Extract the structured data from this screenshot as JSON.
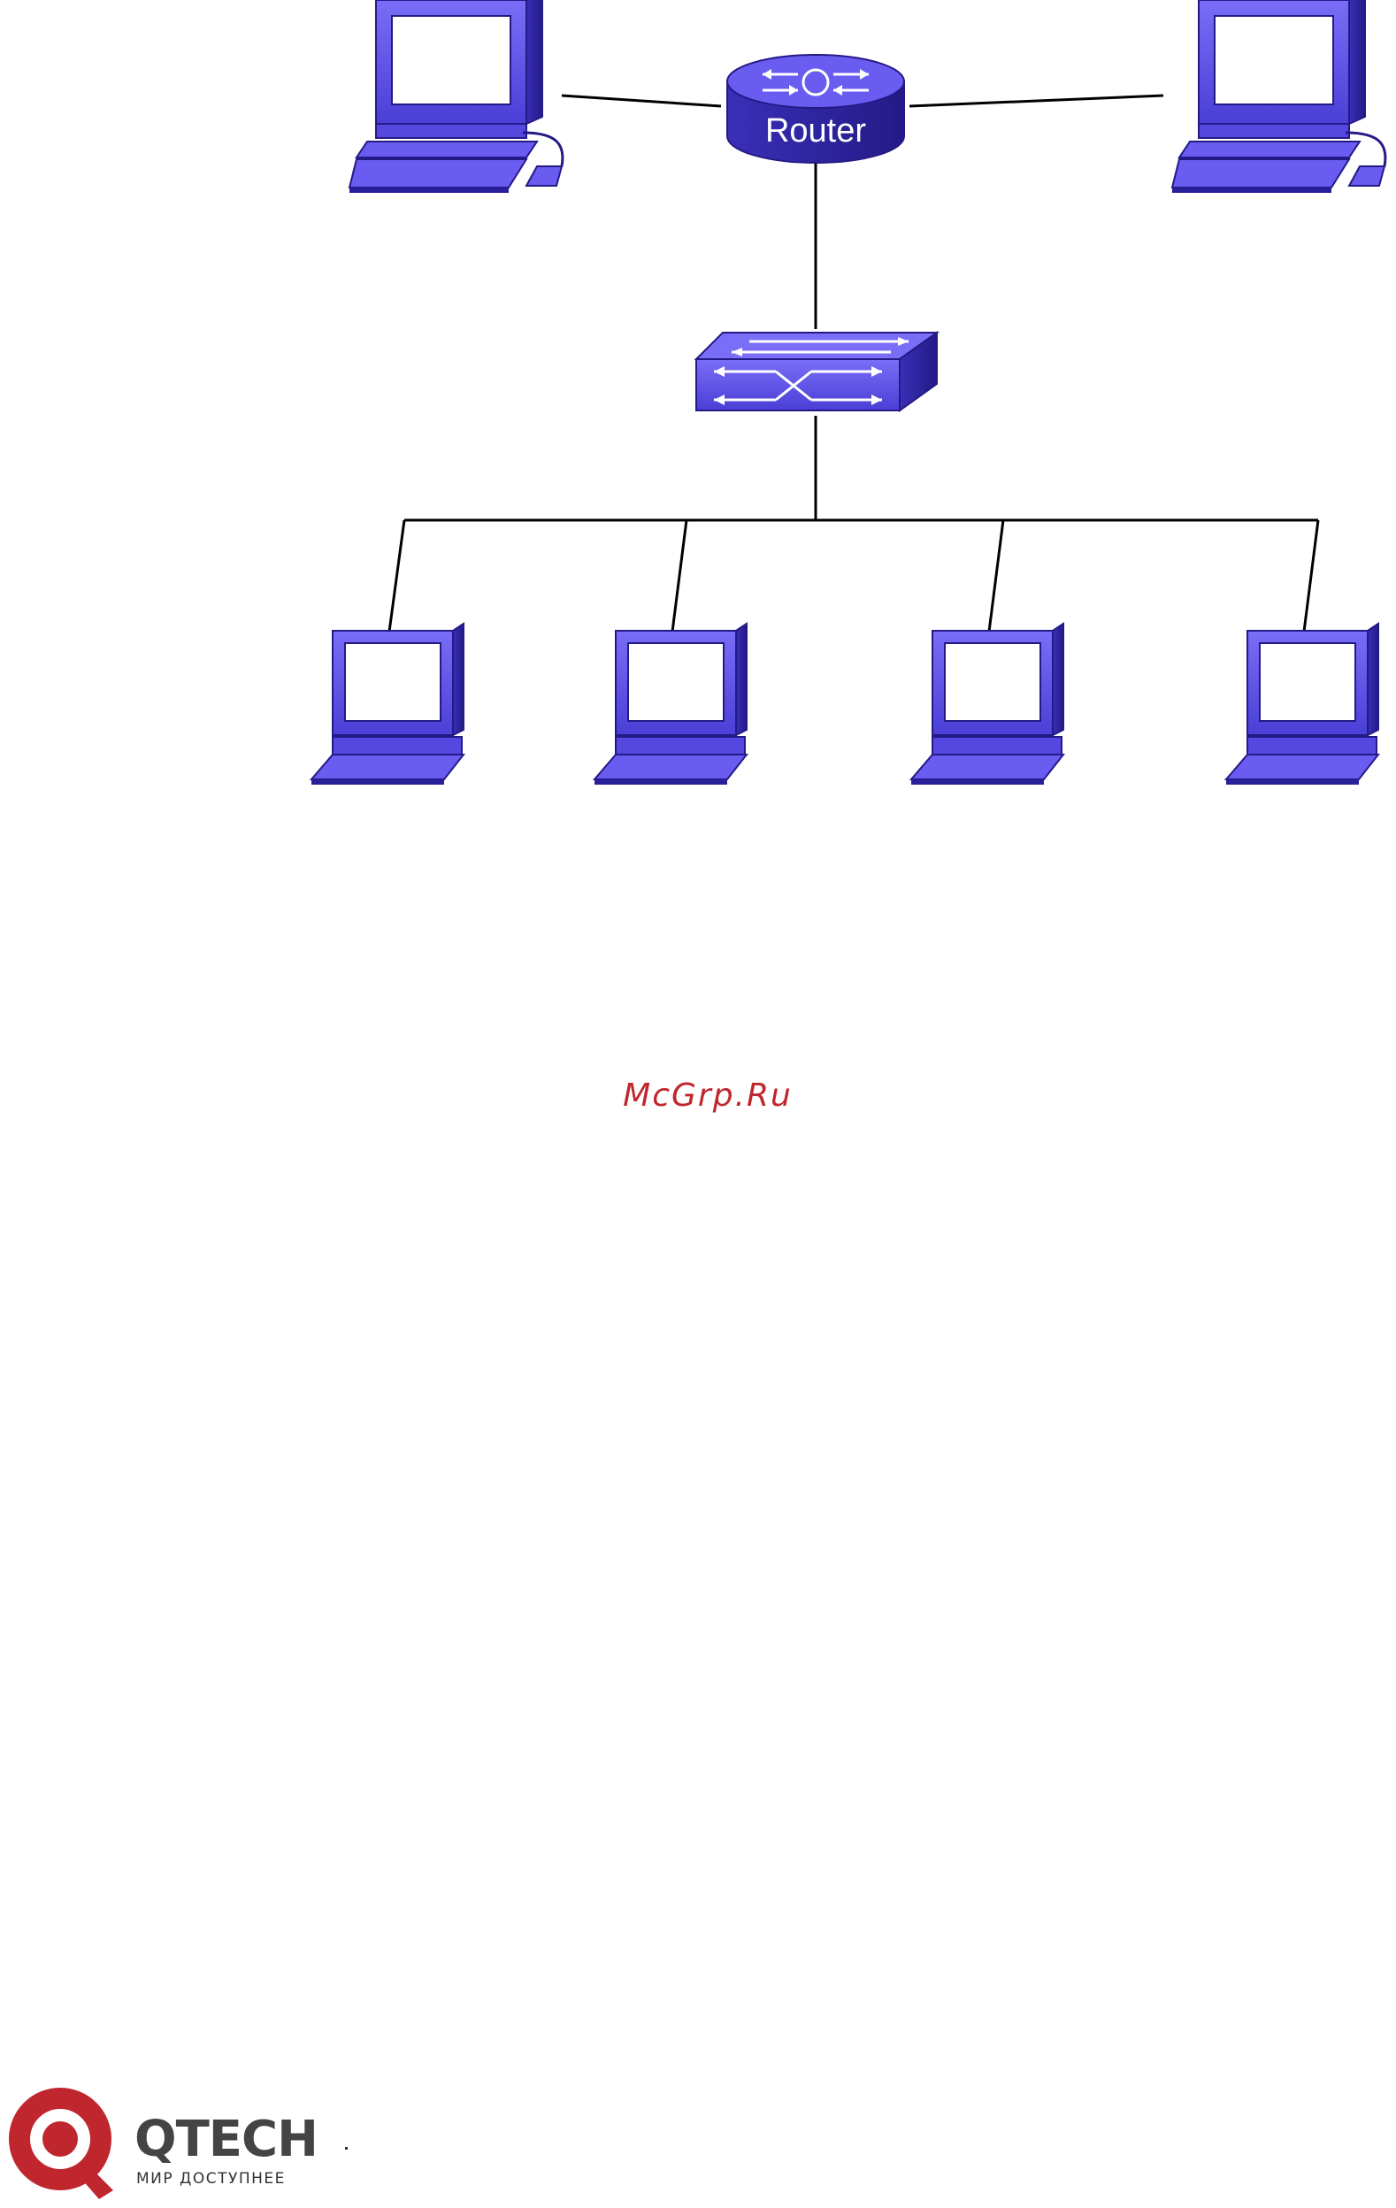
{
  "diagram": {
    "router_label": "Router",
    "devices": {
      "router": "router-icon",
      "switch": "switch-icon",
      "desktops": [
        "desktop-computer-icon",
        "desktop-computer-icon"
      ],
      "laptops": [
        "laptop-icon",
        "laptop-icon",
        "laptop-icon",
        "laptop-icon"
      ]
    },
    "colors": {
      "device_fill": "#6a5cf0",
      "device_dark": "#2a1f9a",
      "screen": "#ffffff",
      "line": "#000000"
    }
  },
  "watermark": "McGrp.Ru",
  "footer": {
    "brand": "QTECH",
    "tagline": "МИР ДОСТУПНЕЕ",
    "brand_color": "#c0262d"
  }
}
